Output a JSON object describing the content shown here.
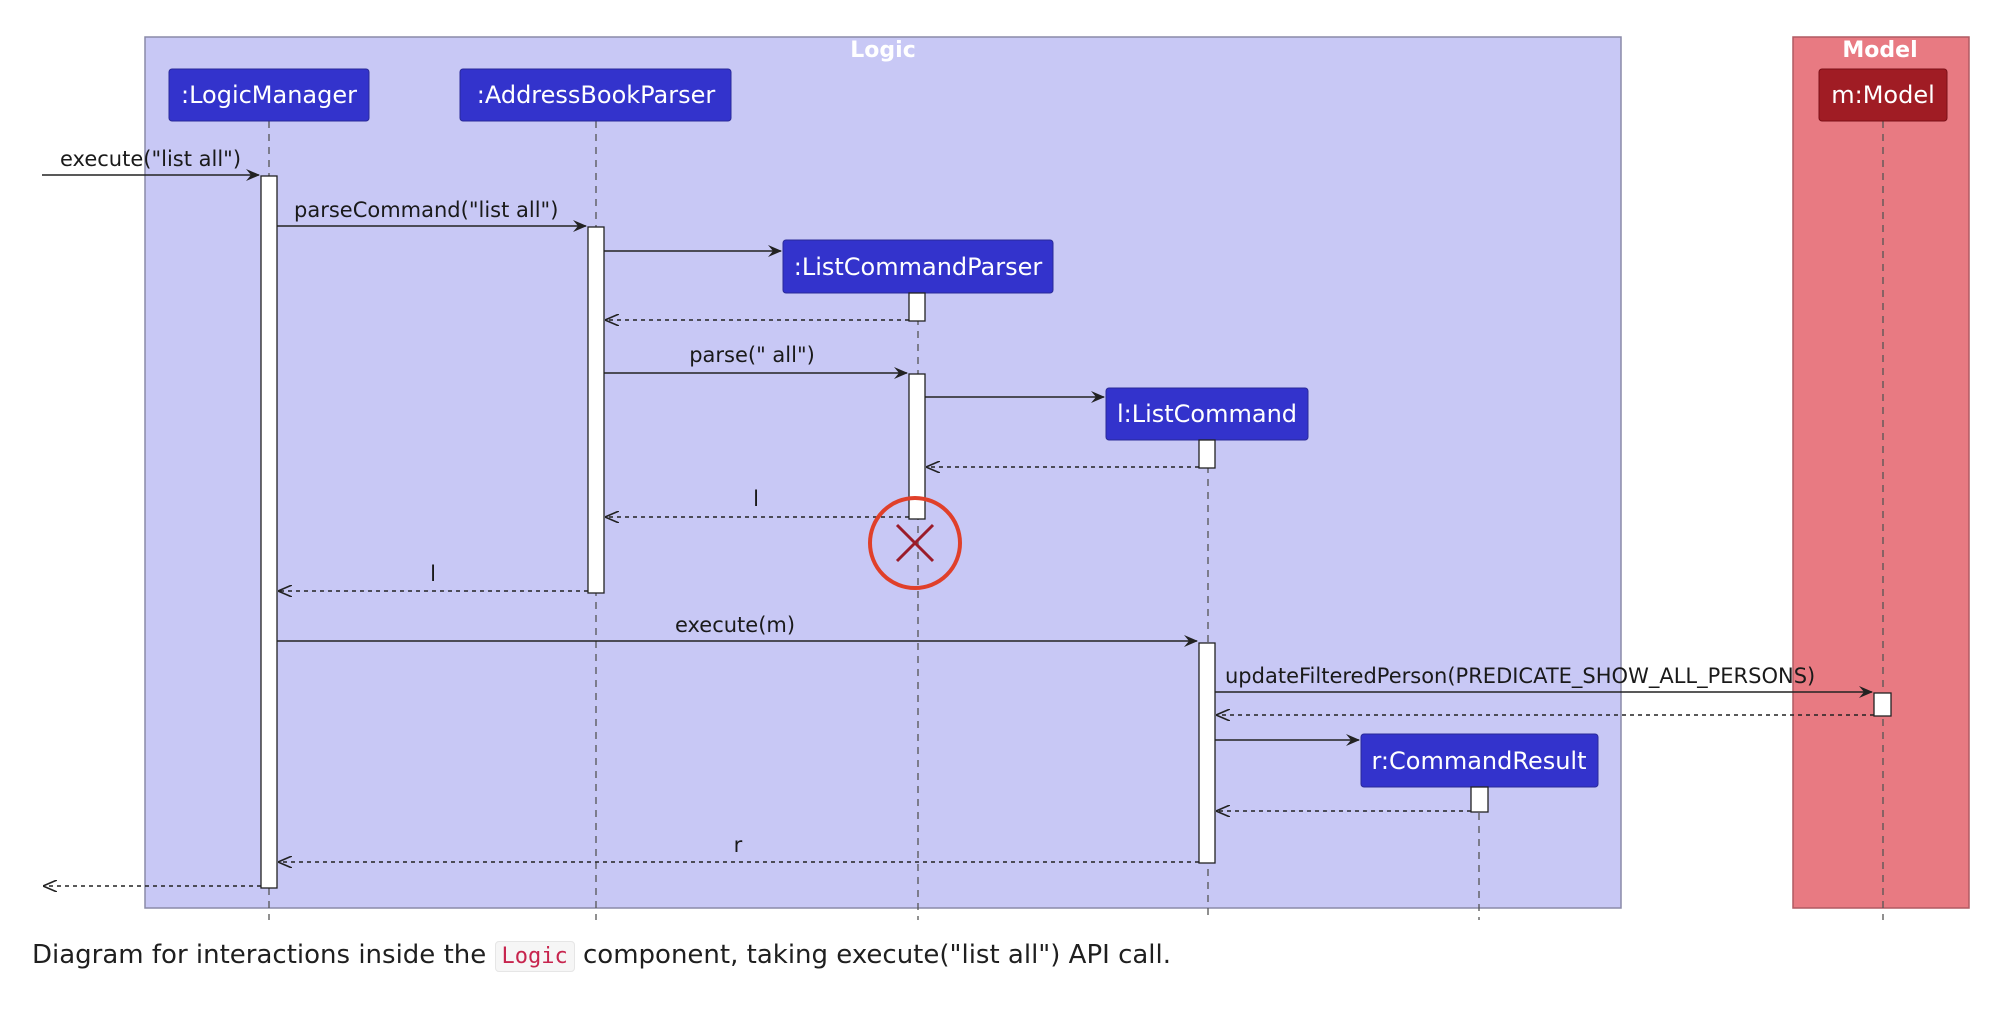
{
  "groups": {
    "logic": {
      "title": "Logic",
      "fill": "#c8c8f5",
      "stroke": "#8a8aa8"
    },
    "model": {
      "title": "Model",
      "fill": "#e87a82",
      "stroke": "#b05a62"
    }
  },
  "participants": {
    "logic_manager": ":LogicManager",
    "address_book_parser": ":AddressBookParser",
    "list_command_parser": ":ListCommandParser",
    "list_command": "l:ListCommand",
    "command_result": "r:CommandResult",
    "model": "m:Model"
  },
  "messages": {
    "execute_list_all": "execute(\"list all\")",
    "parse_command": "parseCommand(\"list all\")",
    "parse_all": "parse(\" all\")",
    "return_l_parser": "l",
    "return_l_manager": "l",
    "execute_m": "execute(m)",
    "update_filtered": "updateFilteredPerson(PREDICATE_SHOW_ALL_PERSONS)",
    "return_r": "r"
  },
  "colors": {
    "participant_fill": "#3333cc",
    "model_participant_fill": "#a01c24",
    "destroy_marker": "#e0402a",
    "destroy_cross": "#9b1c2a"
  },
  "caption": {
    "before": "Diagram for interactions inside the ",
    "code": "Logic",
    "after": " component, taking execute(\"list all\") API call."
  }
}
